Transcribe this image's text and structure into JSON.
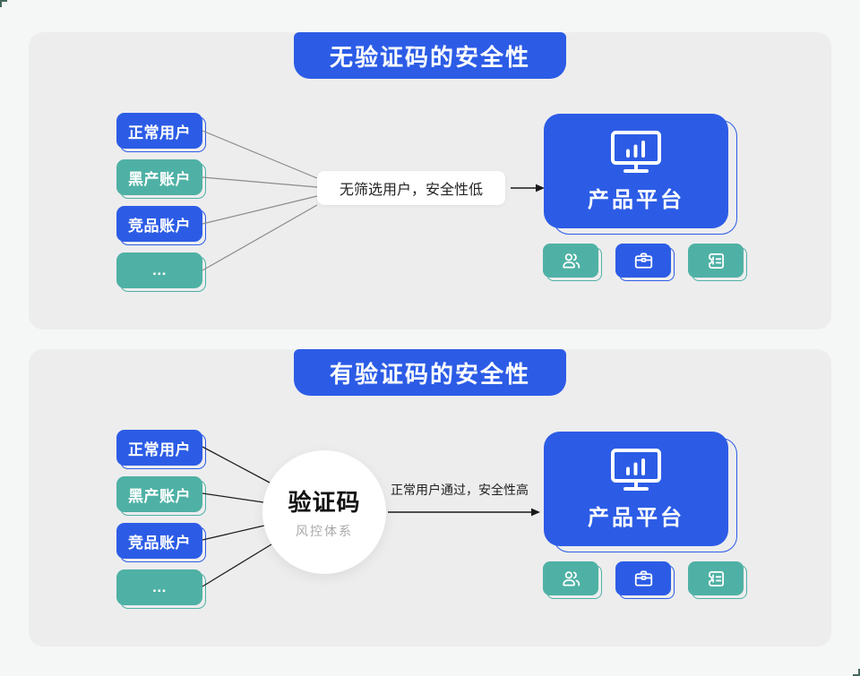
{
  "colors": {
    "blue": "#2c5ce6",
    "teal": "#4fb1a5",
    "panel_bg": "#ededee",
    "page_bg": "#f5f6f6",
    "line_gray": "#8c8c8c",
    "line_dark": "#1f1f1f",
    "crop_mark_green": "#44695a"
  },
  "panels": [
    {
      "title": "无验证码的安全性",
      "sources": [
        {
          "label": "正常用户",
          "color": "blue"
        },
        {
          "label": "黑产账户",
          "color": "teal"
        },
        {
          "label": "竞品账户",
          "color": "blue"
        },
        {
          "label": "...",
          "color": "teal"
        }
      ],
      "filter_label": "无筛选用户，安全性低",
      "platform": {
        "label": "产品平台",
        "icon": "monitor-chart-icon"
      },
      "platform_modules": [
        {
          "icon": "users-icon",
          "color": "teal"
        },
        {
          "icon": "briefcase-icon",
          "color": "blue"
        },
        {
          "icon": "voucher-icon",
          "color": "teal"
        }
      ]
    },
    {
      "title": "有验证码的安全性",
      "sources": [
        {
          "label": "正常用户",
          "color": "blue"
        },
        {
          "label": "黑产账户",
          "color": "teal"
        },
        {
          "label": "竞品账户",
          "color": "blue"
        },
        {
          "label": "...",
          "color": "teal"
        }
      ],
      "gate": {
        "title": "验证码",
        "subtitle": "风控体系"
      },
      "pass_label": "正常用户通过，安全性高",
      "platform": {
        "label": "产品平台",
        "icon": "monitor-chart-icon"
      },
      "platform_modules": [
        {
          "icon": "users-icon",
          "color": "teal"
        },
        {
          "icon": "briefcase-icon",
          "color": "blue"
        },
        {
          "icon": "voucher-icon",
          "color": "teal"
        }
      ]
    }
  ]
}
